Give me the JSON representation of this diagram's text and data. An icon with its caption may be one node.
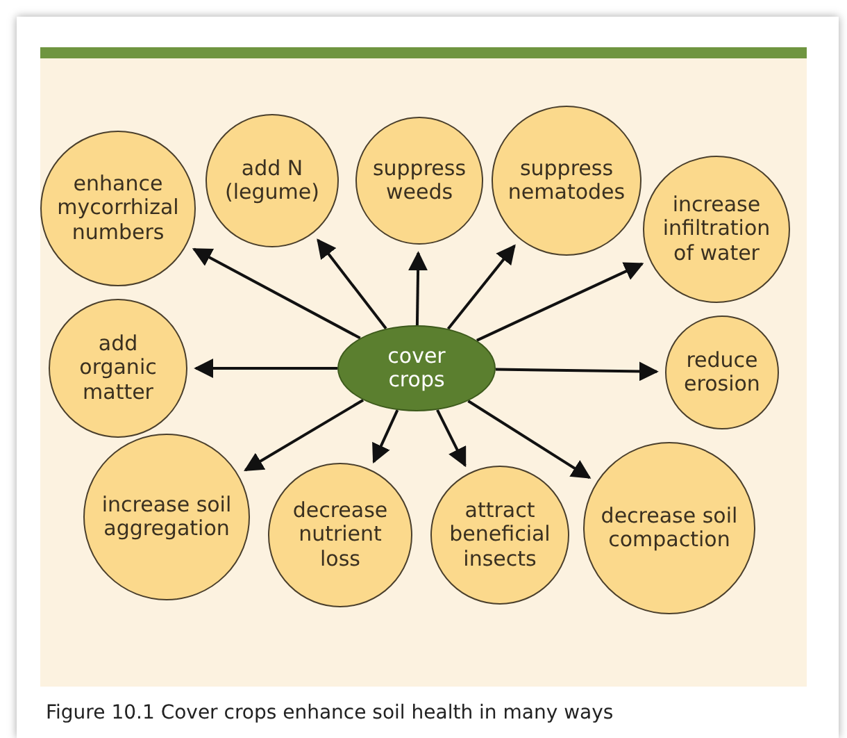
{
  "diagram": {
    "caption": "Figure 10.1 Cover crops enhance soil health in many ways",
    "nodes": [
      {
        "text": [
          "cover crops"
        ]
      },
      {
        "text": [
          "enhance mycorrhizal numbers"
        ]
      },
      {
        "text": [
          "add N (legume)"
        ]
      },
      {
        "text": [
          "suppress weeds"
        ]
      },
      {
        "text": [
          "suppress nematodes"
        ]
      },
      {
        "text": [
          "increase infiltration of water"
        ]
      },
      {
        "text": [
          "add organic matter"
        ]
      },
      {
        "text": [
          "reduce erosion"
        ]
      },
      {
        "text": [
          "increase soil aggregation"
        ]
      },
      {
        "text": [
          "decrease nutrient loss"
        ]
      },
      {
        "text": [
          "attract beneficial insects"
        ]
      },
      {
        "text": [
          "decrease soil compaction"
        ]
      }
    ],
    "edges": [
      {
        "from": 0,
        "to": 1,
        "arrow": "to"
      },
      {
        "from": 0,
        "to": 2,
        "arrow": "to"
      },
      {
        "from": 0,
        "to": 3,
        "arrow": "to"
      },
      {
        "from": 0,
        "to": 4,
        "arrow": "to"
      },
      {
        "from": 0,
        "to": 5,
        "arrow": "to"
      },
      {
        "from": 0,
        "to": 6,
        "arrow": "to"
      },
      {
        "from": 0,
        "to": 7,
        "arrow": "to"
      },
      {
        "from": 0,
        "to": 8,
        "arrow": "to"
      },
      {
        "from": 0,
        "to": 9,
        "arrow": "to"
      },
      {
        "from": 0,
        "to": 10,
        "arrow": "to"
      },
      {
        "from": 0,
        "to": 11,
        "arrow": "to"
      }
    ]
  }
}
